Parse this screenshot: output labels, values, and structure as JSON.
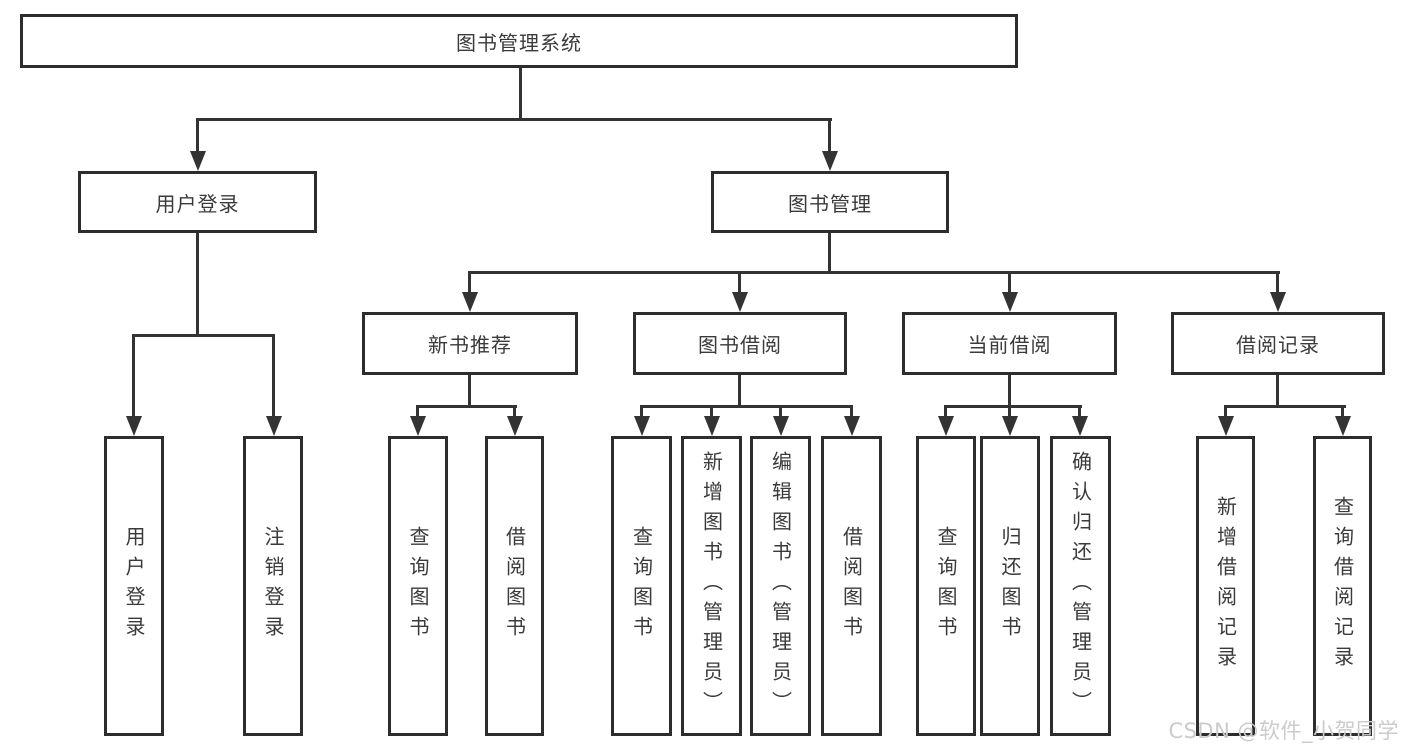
{
  "diagram": {
    "type": "hierarchy-tree",
    "root": {
      "id": "library-management-system",
      "label": "图书管理系统"
    },
    "level2": [
      {
        "id": "user-login",
        "parent": "library-management-system",
        "label": "用户登录"
      },
      {
        "id": "book-management",
        "parent": "library-management-system",
        "label": "图书管理"
      }
    ],
    "level3": [
      {
        "id": "new-book-recommend",
        "parent": "book-management",
        "label": "新书推荐"
      },
      {
        "id": "book-borrowing",
        "parent": "book-management",
        "label": "图书借阅"
      },
      {
        "id": "current-borrowing",
        "parent": "book-management",
        "label": "当前借阅"
      },
      {
        "id": "borrowing-records",
        "parent": "book-management",
        "label": "借阅记录"
      }
    ],
    "leaves": [
      {
        "parent": "user-login",
        "label": "用户登录"
      },
      {
        "parent": "user-login",
        "label": "注销登录"
      },
      {
        "parent": "new-book-recommend",
        "label": "查询图书"
      },
      {
        "parent": "new-book-recommend",
        "label": "借阅图书"
      },
      {
        "parent": "book-borrowing",
        "label": "查询图书"
      },
      {
        "parent": "book-borrowing",
        "label": "新增图书（管理员）"
      },
      {
        "parent": "book-borrowing",
        "label": "编辑图书（管理员）"
      },
      {
        "parent": "book-borrowing",
        "label": "借阅图书"
      },
      {
        "parent": "current-borrowing",
        "label": "查询图书"
      },
      {
        "parent": "current-borrowing",
        "label": "归还图书"
      },
      {
        "parent": "current-borrowing",
        "label": "确认归还（管理员）"
      },
      {
        "parent": "borrowing-records",
        "label": "新增借阅记录"
      },
      {
        "parent": "borrowing-records",
        "label": "查询借阅记录"
      }
    ]
  },
  "watermark": {
    "text": "CSDN @软件_小贺同学",
    "color": "#cbcbcb"
  },
  "colors": {
    "background": "#ffffff",
    "box_border": "#2d2d2d",
    "line": "#333333",
    "text": "#3a3a3a"
  }
}
